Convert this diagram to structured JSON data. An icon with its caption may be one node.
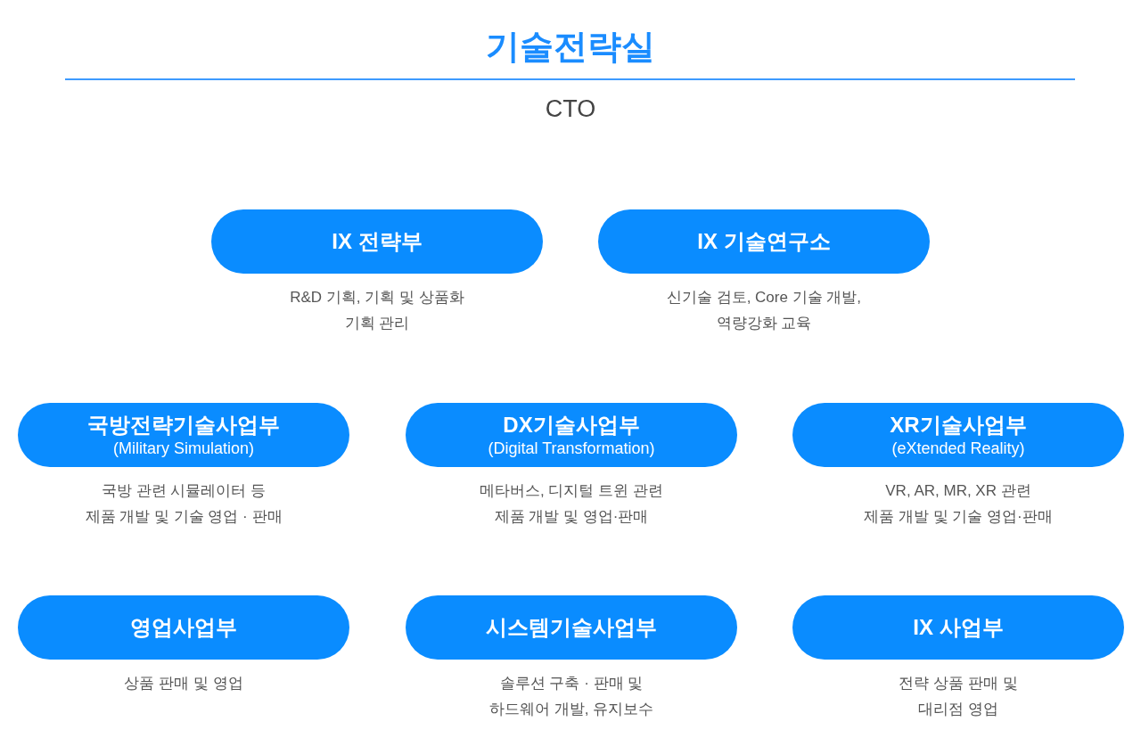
{
  "diagram": {
    "title": "기술전략실",
    "labels": [
      "CTO"
    ],
    "nodes": [
      {
        "text": [
          "IX 전략부"
        ],
        "beside": [
          "R&D 기획, 기획 및 상품화 기획 관리"
        ]
      },
      {
        "text": [
          "IX 기술연구소"
        ],
        "beside": [
          "신기술 검토, Core 기술 개발, 역량강화 교육"
        ]
      },
      {
        "text": [
          "국방전략기술사업부",
          "(Military Simulation)"
        ],
        "beside": [
          "국방 관련 시뮬레이터 등 제품 개발 및 기술 영업 · 판매"
        ]
      },
      {
        "text": [
          "DX기술사업부",
          "(Digital Transformation)"
        ],
        "beside": [
          "메타버스, 디지털 트윈 관련 제품 개발 및 영업·판매"
        ]
      },
      {
        "text": [
          "XR기술사업부",
          "(eXtended Reality)"
        ],
        "beside": [
          "VR, AR, MR, XR 관련 제품 개발 및 기술 영업·판매"
        ]
      },
      {
        "text": [
          "영업사업부"
        ],
        "beside": [
          "상품 판매 및 영업"
        ]
      },
      {
        "text": [
          "시스템기술사업부"
        ],
        "beside": [
          "솔루션 구축 · 판매 및 하드웨어 개발, 유지보수"
        ]
      },
      {
        "text": [
          "IX 사업부"
        ],
        "beside": [
          "전략 상품 판매 및 대리점 영업"
        ]
      }
    ],
    "edges": []
  }
}
